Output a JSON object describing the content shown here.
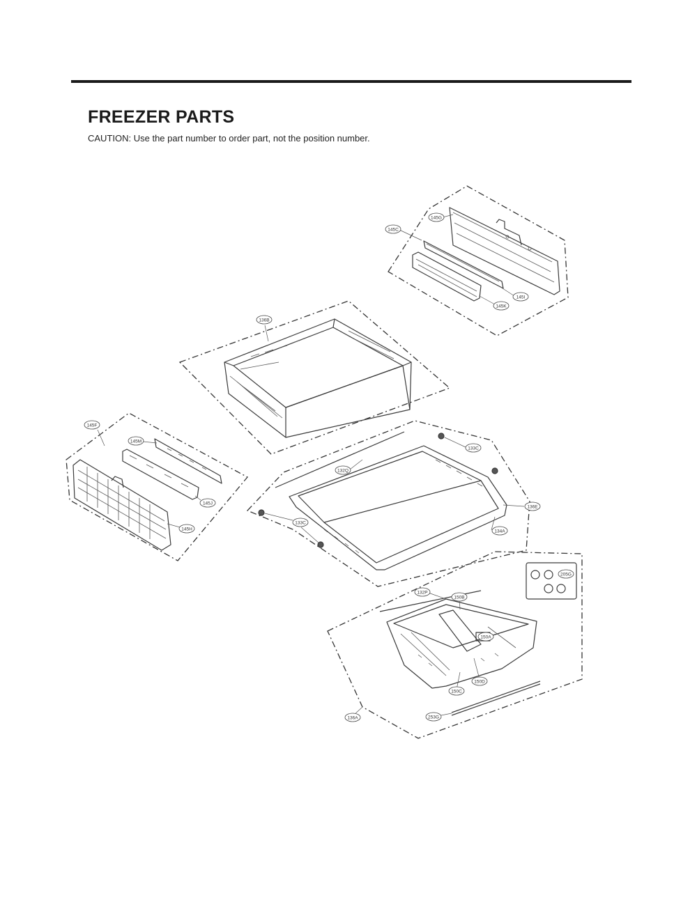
{
  "header": {
    "title": "FREEZER PARTS",
    "caution": "CAUTION: Use the part number to order part, not the position number."
  },
  "callouts": [
    {
      "id": "c145G",
      "label": "145G"
    },
    {
      "id": "c145C",
      "label": "145C"
    },
    {
      "id": "c145I",
      "label": "145I"
    },
    {
      "id": "c145K",
      "label": "145K"
    },
    {
      "id": "c136B",
      "label": "136B"
    },
    {
      "id": "c145F",
      "label": "145F"
    },
    {
      "id": "c145M",
      "label": "145M"
    },
    {
      "id": "c145J",
      "label": "145J"
    },
    {
      "id": "c145H",
      "label": "145H"
    },
    {
      "id": "c132Q",
      "label": "132Q"
    },
    {
      "id": "c133C_top",
      "label": "133C"
    },
    {
      "id": "c136E",
      "label": "136E"
    },
    {
      "id": "c133C_bot",
      "label": "133C"
    },
    {
      "id": "c134A",
      "label": "134A"
    },
    {
      "id": "c205G",
      "label": "205G"
    },
    {
      "id": "c132P",
      "label": "132P"
    },
    {
      "id": "c150B",
      "label": "150B"
    },
    {
      "id": "c150A",
      "label": "150A"
    },
    {
      "id": "c150D",
      "label": "150D"
    },
    {
      "id": "c150C",
      "label": "150C"
    },
    {
      "id": "c136A",
      "label": "136A"
    },
    {
      "id": "c253G",
      "label": "253G"
    }
  ]
}
